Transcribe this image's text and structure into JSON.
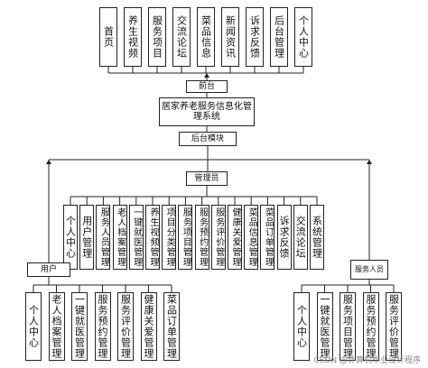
{
  "front_modules": [
    "首页",
    "养生视频",
    "服务项目",
    "交流论坛",
    "菜品信息",
    "新闻资讯",
    "诉求反馈",
    "后台管理",
    "个人中心"
  ],
  "front_label": "前台",
  "system_title": "居家养老服务信息化管理系统",
  "backend_label": "后台模块",
  "admin_label": "管理员",
  "admin_modules": [
    "个人中心",
    "用户管理",
    "服务人员管理",
    "老人档案管理",
    "一键就医管理",
    "养生视频管理",
    "项目分类管理",
    "服务项目管理",
    "服务预约管理",
    "服务评价管理",
    "健康关爱管理",
    "菜品信息管理",
    "菜品订单管理",
    "诉求反馈",
    "交流论坛",
    "系统管理"
  ],
  "user_label": "用户",
  "user_modules": [
    "个人中心",
    "老人档案管理",
    "一键就医管理",
    "服务预约管理",
    "服务评价管理",
    "健康关爱管理",
    "菜品订单管理"
  ],
  "staff_label": "服务人员",
  "staff_modules": [
    "个人中心",
    "一键就医管理",
    "服务项目管理",
    "服务预约管理",
    "服务评价管理"
  ],
  "watermark": "CSDN @计算机毕业设计程序"
}
